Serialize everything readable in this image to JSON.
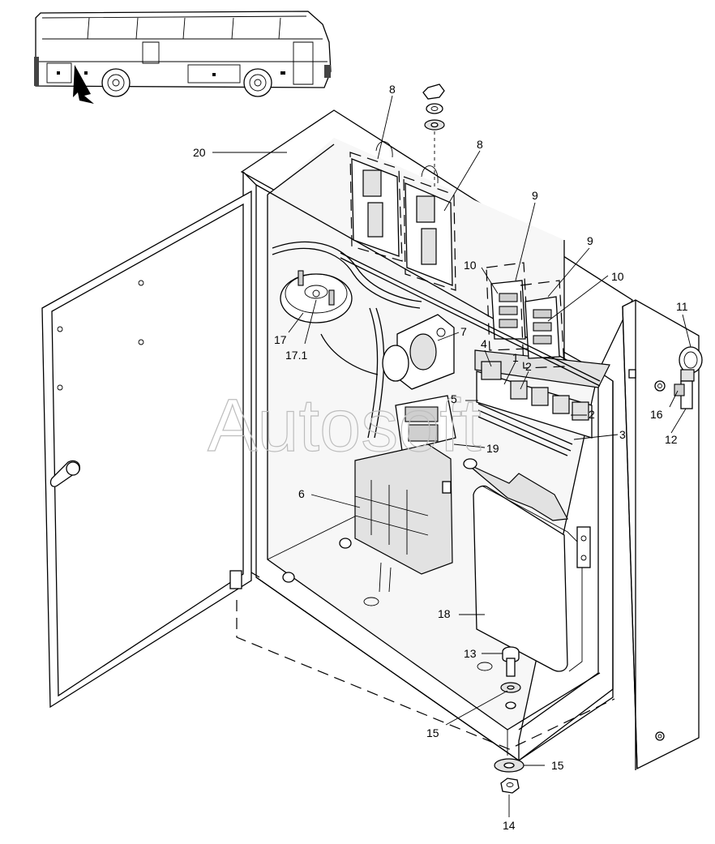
{
  "watermark": "Autosoft",
  "callouts": {
    "c1": "1",
    "c2a": "2",
    "c2b": "2",
    "c3": "3",
    "c4": "4",
    "c5": "5",
    "c6": "6",
    "c7": "7",
    "c8a": "8",
    "c8b": "8",
    "c9a": "9",
    "c9b": "9",
    "c10a": "10",
    "c10b": "10",
    "c11": "11",
    "c12": "12",
    "c13": "13",
    "c14": "14",
    "c15a": "15",
    "c15b": "15",
    "c16": "16",
    "c17": "17",
    "c171": "17.1",
    "c18": "18",
    "c19": "19",
    "c20": "20"
  }
}
